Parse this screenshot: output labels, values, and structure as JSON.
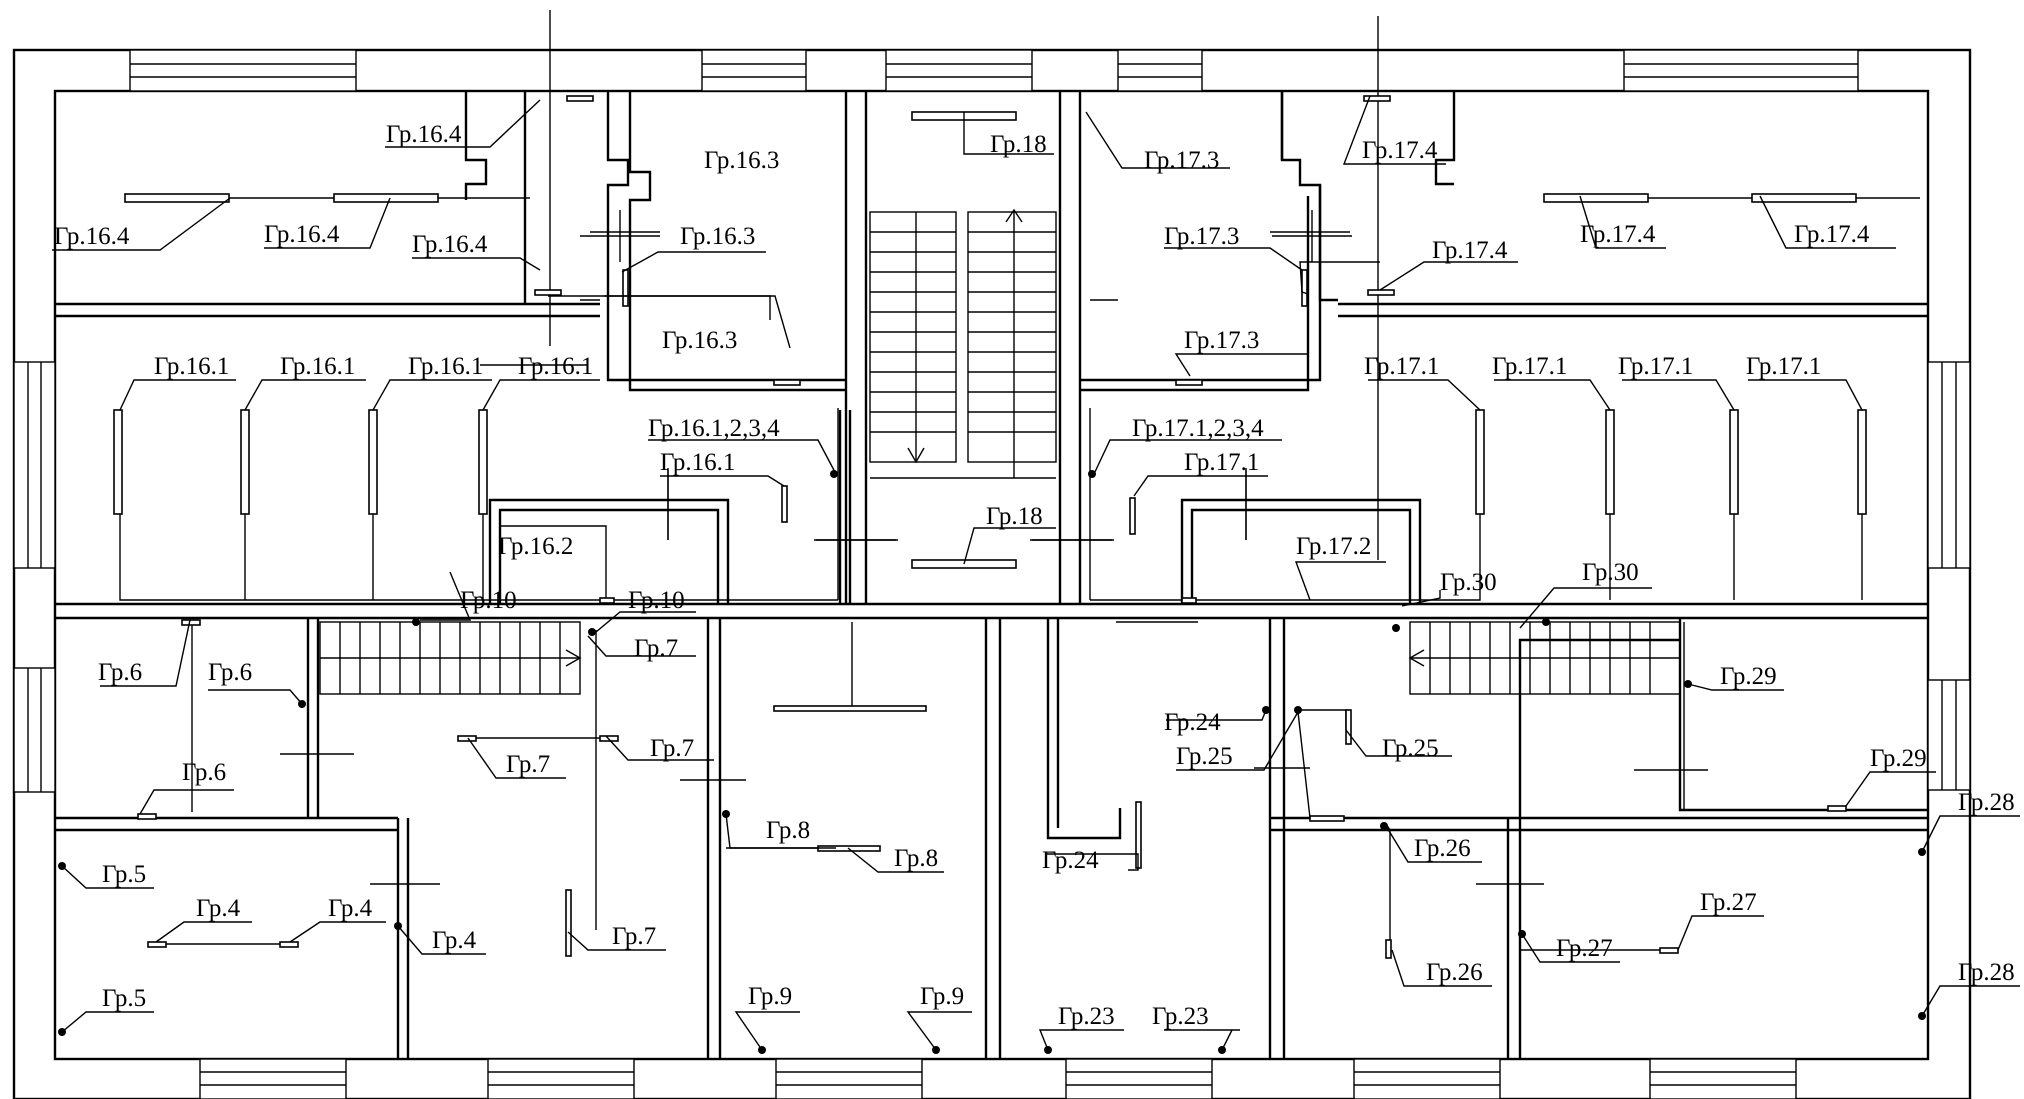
{
  "plan": {
    "labels": {
      "gr16_4": "Гр.16.4",
      "gr16_3": "Гр.16.3",
      "gr16_1": "Гр.16.1",
      "gr16_2": "Гр.16.2",
      "gr16_1234": "Гр.16.1,2,3,4",
      "gr17_4": "Гр.17.4",
      "gr17_3": "Гр.17.3",
      "gr17_1": "Гр.17.1",
      "gr17_2": "Гр.17.2",
      "gr17_1234": "Гр.17.1,2,3,4",
      "gr18": "Гр.18",
      "gr4": "Гр.4",
      "gr5": "Гр.5",
      "gr6": "Гр.6",
      "gr7": "Гр.7",
      "gr8": "Гр.8",
      "gr9": "Гр.9",
      "gr10": "Гр.10",
      "gr23": "Гр.23",
      "gr24": "Гр.24",
      "gr25": "Гр.25",
      "gr26": "Гр.26",
      "gr27": "Гр.27",
      "gr28": "Гр.28",
      "gr29": "Гр.29",
      "gr30": "Гр.30"
    }
  }
}
